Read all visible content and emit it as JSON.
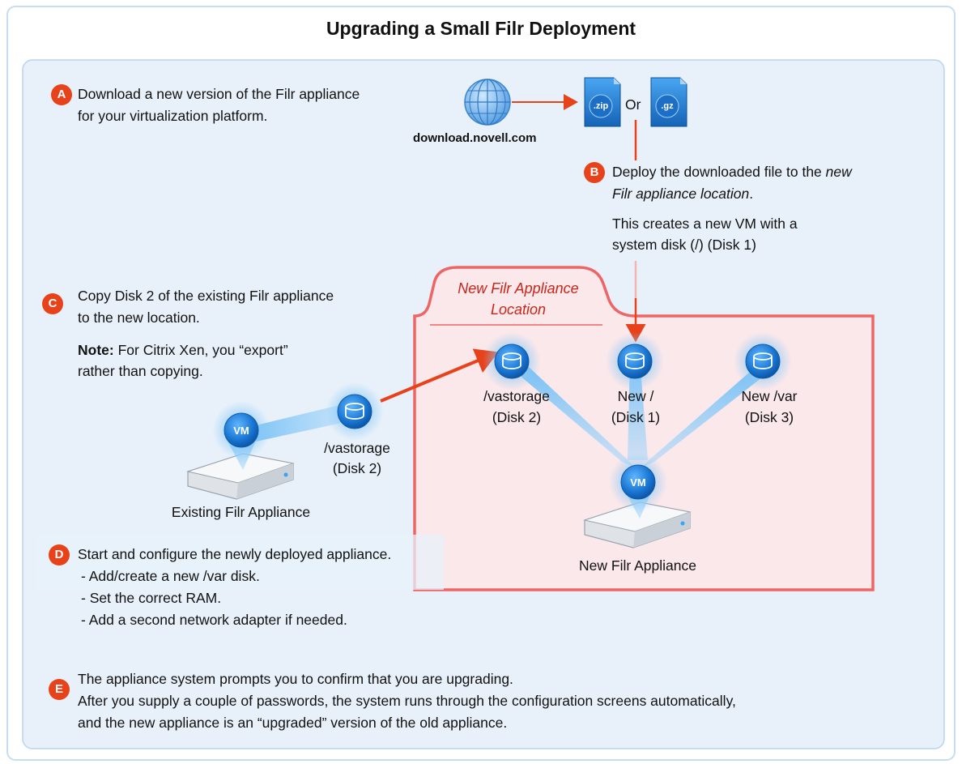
{
  "title": "Upgrading a Small Filr Deployment",
  "steps": {
    "a": {
      "badge": "A",
      "line1": "Download a new version of the Filr appliance",
      "line2": "for your virtualization platform."
    },
    "b": {
      "badge": "B",
      "line1_plain": "Deploy the downloaded file to the ",
      "line1_italic": "new",
      "line2_italic": "Filr appliance location",
      "line2_end": ".",
      "line3": "This creates a new VM with a",
      "line4": "system disk (/) (Disk 1)"
    },
    "c": {
      "badge": "C",
      "line1": "Copy Disk 2 of the existing Filr appliance",
      "line2": "to the new location.",
      "note_label": "Note:",
      "note_text": " For Citrix Xen, you “export”",
      "note_line2": "rather than copying."
    },
    "d": {
      "badge": "D",
      "line1": "Start and configure the newly deployed appliance.",
      "item1": "- Add/create a new /var disk.",
      "item2": "- Set the correct RAM.",
      "item3": "- Add a second network adapter if needed."
    },
    "e": {
      "badge": "E",
      "line1": "The appliance system prompts you to confirm that you are upgrading.",
      "line2": "After you supply a couple of passwords, the system runs through the configuration screens automatically,",
      "line3": "and the new appliance is an “upgraded” version of the old appliance."
    }
  },
  "download": {
    "site": "download.novell.com",
    "file1": ".zip",
    "or": "Or",
    "file2": ".gz"
  },
  "new_location": {
    "label_line1": "New Filr Appliance",
    "label_line2": "Location"
  },
  "disks": {
    "existing": {
      "name": "/vastorage",
      "sub": "(Disk 2)"
    },
    "new_vastorage": {
      "name": "/vastorage",
      "sub": "(Disk 2)"
    },
    "new_root": {
      "name": "New /",
      "sub": "(Disk 1)"
    },
    "new_var": {
      "name": "New /var",
      "sub": "(Disk 3)"
    }
  },
  "vm_badge": "VM",
  "existing_appliance": "Existing Filr Appliance",
  "new_appliance": "New Filr Appliance",
  "colors": {
    "accent": "#e8421b",
    "location_border": "#ee6565",
    "location_fill": "#fbe8ea",
    "panel_fill": "#e8f1fa",
    "panel_border": "#b9d3ee",
    "disk_blue": "#1a7fd6"
  }
}
